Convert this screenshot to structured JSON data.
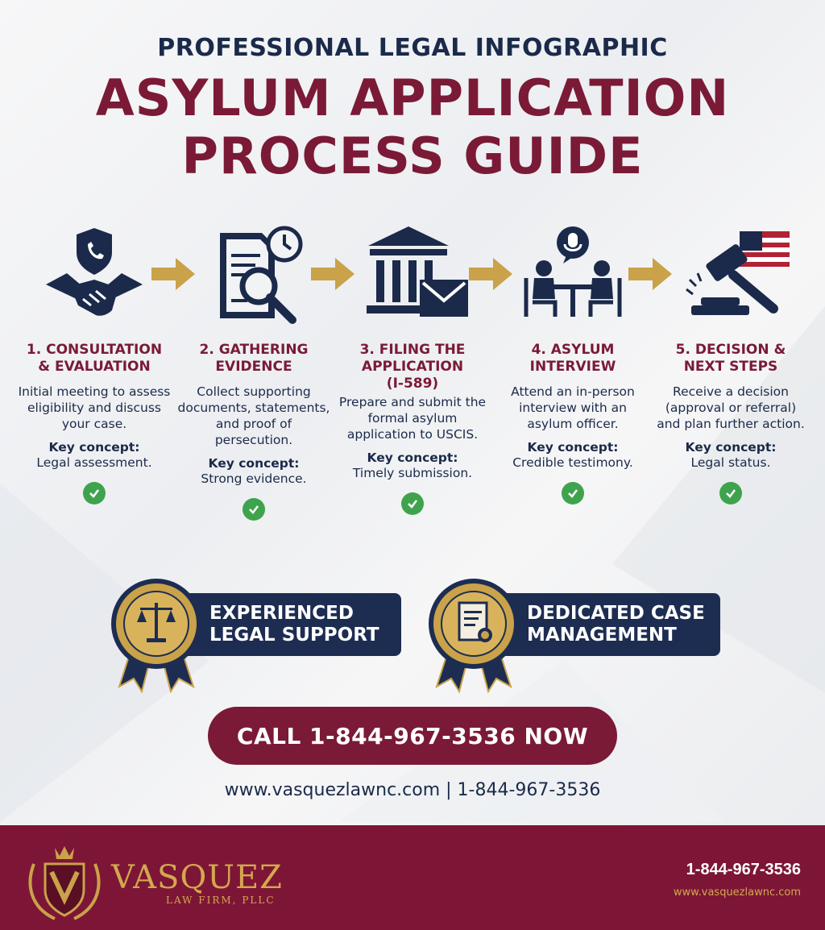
{
  "header": {
    "subtitle": "PROFESSIONAL LEGAL INFOGRAPHIC",
    "title_line1": "ASYLUM APPLICATION",
    "title_line2": "PROCESS GUIDE"
  },
  "steps": [
    {
      "title_line1": "1. CONSULTATION",
      "title_line2": "& EVALUATION",
      "title_line3": "",
      "description": "Initial meeting to assess eligibility and discuss your case.",
      "key_concept_label": "Key concept:",
      "key_concept": "Legal assessment.",
      "icon": "handshake-shield-icon"
    },
    {
      "title_line1": "2. GATHERING",
      "title_line2": "EVIDENCE",
      "title_line3": "",
      "description": "Collect supporting documents, statements, and proof of persecution.",
      "key_concept_label": "Key concept:",
      "key_concept": "Strong evidence.",
      "icon": "document-magnifier-icon"
    },
    {
      "title_line1": "3. FILING THE",
      "title_line2": "APPLICATION",
      "title_line3": "(I-589)",
      "description": "Prepare and submit the formal asylum application to USCIS.",
      "key_concept_label": "Key concept:",
      "key_concept": "Timely submission.",
      "icon": "courthouse-envelope-icon"
    },
    {
      "title_line1": "4. ASYLUM",
      "title_line2": "INTERVIEW",
      "title_line3": "",
      "description": "Attend an in-person interview with an asylum officer.",
      "key_concept_label": "Key concept:",
      "key_concept": "Credible testimony.",
      "icon": "interview-icon"
    },
    {
      "title_line1": "5. DECISION &",
      "title_line2": "NEXT STEPS",
      "title_line3": "",
      "description": "Receive a decision (approval or referral) and plan further action.",
      "key_concept_label": "Key concept:",
      "key_concept": "Legal status.",
      "icon": "gavel-flag-icon"
    }
  ],
  "badges": [
    {
      "line1": "EXPERIENCED",
      "line2": "LEGAL SUPPORT",
      "icon": "scales-icon"
    },
    {
      "line1": "DEDICATED CASE",
      "line2": "MANAGEMENT",
      "icon": "certificate-icon"
    }
  ],
  "cta": {
    "label": "CALL 1-844-967-3536 NOW"
  },
  "contact_line": "www.vasquezlawnc.com | 1-844-967-3536",
  "footer": {
    "brand_name": "VASQUEZ",
    "brand_sub": "LAW FIRM, PLLC",
    "phone": "1-844-967-3536",
    "website": "www.vasquezlawnc.com"
  },
  "colors": {
    "navy": "#1b2a4a",
    "maroon": "#7a1a36",
    "gold": "#d4a84f",
    "green": "#3fa34d"
  }
}
